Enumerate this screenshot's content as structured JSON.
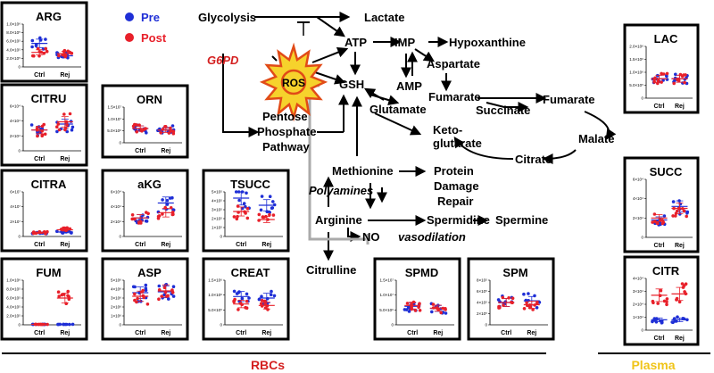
{
  "legend": [
    {
      "label": "Pre",
      "color": "#1f2fd6"
    },
    {
      "label": "Post",
      "color": "#e8202a"
    }
  ],
  "colors": {
    "pre": "#1f2fd6",
    "post": "#e8202a",
    "enzyme": "#d42020",
    "section_rbc": "#d42020",
    "section_plasma": "#f0c419",
    "ros_fill": "#f6d22c",
    "ros_outline": "#e14b17"
  },
  "section_labels": {
    "rbc": "RBCs",
    "plasma": "Plasma"
  },
  "pathway": {
    "glycolysis": "Glycolysis",
    "lactate": "Lactate",
    "g6pd": "G6PD",
    "ros": "ROS",
    "atp": "ATP",
    "imp": "IMP",
    "hypoxanthine": "Hypoxanthine",
    "aspartate": "Aspartate",
    "amp": "AMP",
    "gsh": "GSH",
    "fumarate_center": "Fumarate",
    "succinate": "Succinate",
    "fumarate_right": "Fumarate",
    "glutamate": "Glutamate",
    "ketoglutarate_1": "Keto-",
    "ketoglutarate_2": "glutarate",
    "malate": "Malate",
    "citrate": "Citrate",
    "pentose_1": "Pentose",
    "pentose_2": "Phosphate",
    "pentose_3": "Pathway",
    "methionine": "Methionine",
    "protein_1": "Protein",
    "protein_2": "Damage",
    "protein_3": "Repair",
    "polyamines": "Polyamines",
    "arginine": "Arginine",
    "spermidine": "Spermidine",
    "spermine": "Spermine",
    "no": "NO",
    "vasodilation": "vasodilation",
    "citrulline": "Citrulline"
  },
  "plots": [
    {
      "id": "arg",
      "title": "ARG",
      "x_labels": [
        "Ctrl",
        "Rej"
      ],
      "y_ticks": [
        "1.0×10⁶",
        "8.0×10⁵",
        "6.0×10⁵",
        "4.0×10⁵",
        "2.0×10⁵",
        "0"
      ],
      "groups": [
        {
          "pre_mean": 5.5,
          "post_mean": 3.4
        },
        {
          "pre_mean": 2.6,
          "post_mean": 3.1
        }
      ]
    },
    {
      "id": "citru",
      "title": "CITRU",
      "x_labels": [
        "Ctrl",
        "Rej"
      ],
      "y_ticks": [
        "6×10⁴",
        "4×10⁴",
        "2×10⁴",
        "0"
      ],
      "groups": [
        {
          "pre_mean": 2.8,
          "post_mean": 2.8
        },
        {
          "pre_mean": 3.6,
          "post_mean": 3.9
        }
      ]
    },
    {
      "id": "orn",
      "title": "ORN",
      "x_labels": [
        "Ctrl",
        "Rej"
      ],
      "y_ticks": [
        "1.5×10⁷",
        "1.0×10⁷",
        "5.0×10⁶",
        "0"
      ],
      "groups": [
        {
          "pre_mean": 6.0,
          "post_mean": 6.0
        },
        {
          "pre_mean": 5.5,
          "post_mean": 5.3
        }
      ]
    },
    {
      "id": "citra",
      "title": "CITRA",
      "x_labels": [
        "Ctrl",
        "Rej"
      ],
      "y_ticks": [
        "6×10⁷",
        "4×10⁷",
        "2×10⁷",
        "0"
      ],
      "groups": [
        {
          "pre_mean": 0.5,
          "post_mean": 0.5
        },
        {
          "pre_mean": 0.6,
          "post_mean": 0.9
        }
      ]
    },
    {
      "id": "akg",
      "title": "aKG",
      "x_labels": [
        "Ctrl",
        "Rej"
      ],
      "y_ticks": [
        "6×10⁴",
        "4×10⁴",
        "2×10⁴",
        "0"
      ],
      "groups": [
        {
          "pre_mean": 2.5,
          "post_mean": 2.5
        },
        {
          "pre_mean": 4.5,
          "post_mean": 3.2
        }
      ]
    },
    {
      "id": "tsucc",
      "title": "TSUCC",
      "x_labels": [
        "Ctrl",
        "Rej"
      ],
      "y_ticks": [
        "5×10⁵",
        "4×10⁵",
        "3×10⁵",
        "2×10⁵",
        "1×10⁵",
        "0"
      ],
      "groups": [
        {
          "pre_mean": 4.3,
          "post_mean": 2.8
        },
        {
          "pre_mean": 3.5,
          "post_mean": 1.9
        }
      ]
    },
    {
      "id": "fum",
      "title": "FUM",
      "x_labels": [
        "Ctrl",
        "Rej"
      ],
      "y_ticks": [
        "1.0×10⁶",
        "8.0×10⁵",
        "6.0×10⁵",
        "4.0×10⁵",
        "2.0×10⁵",
        "0"
      ],
      "groups": [
        {
          "pre_mean": 0.1,
          "post_mean": 0.1
        },
        {
          "pre_mean": 0.1,
          "post_mean": 6.0
        }
      ]
    },
    {
      "id": "asp",
      "title": "ASP",
      "x_labels": [
        "Ctrl",
        "Rej"
      ],
      "y_ticks": [
        "5×10⁶",
        "4×10⁶",
        "3×10⁶",
        "2×10⁶",
        "1×10⁶",
        "0"
      ],
      "groups": [
        {
          "pre_mean": 3.6,
          "post_mean": 3.2
        },
        {
          "pre_mean": 3.7,
          "post_mean": 3.8
        }
      ]
    },
    {
      "id": "creat",
      "title": "CREAT",
      "x_labels": [
        "Ctrl",
        "Rej"
      ],
      "y_ticks": [
        "1.5×10⁶",
        "1.0×10⁶",
        "5.0×10⁵",
        "0"
      ],
      "groups": [
        {
          "pre_mean": 0.95,
          "post_mean": 0.7
        },
        {
          "pre_mean": 0.9,
          "post_mean": 0.65
        }
      ]
    },
    {
      "id": "spmd",
      "title": "SPMD",
      "x_labels": [
        "Ctrl",
        "Rej"
      ],
      "y_ticks": [
        "1.5×10⁷",
        "1.0×10⁷",
        "5.0×10⁶",
        "0"
      ],
      "groups": [
        {
          "pre_mean": 6.2,
          "post_mean": 6.5
        },
        {
          "pre_mean": 5.5,
          "post_mean": 5.6
        }
      ]
    },
    {
      "id": "spm",
      "title": "SPM",
      "x_labels": [
        "Ctrl",
        "Rej"
      ],
      "y_ticks": [
        "8×10⁵",
        "6×10⁵",
        "4×10⁵",
        "2×10⁵",
        "0"
      ],
      "groups": [
        {
          "pre_mean": 4.0,
          "post_mean": 4.0
        },
        {
          "pre_mean": 4.3,
          "post_mean": 3.6
        }
      ]
    },
    {
      "id": "lac",
      "title": "LAC",
      "x_labels": [
        "Ctrl",
        "Rej"
      ],
      "y_ticks": [
        "2.0×10⁶",
        "1.5×10⁶",
        "1.0×10⁶",
        "5.0×10⁵",
        "0"
      ],
      "groups": [
        {
          "pre_mean": 0.75,
          "post_mean": 0.75
        },
        {
          "pre_mean": 0.75,
          "post_mean": 0.75
        }
      ]
    },
    {
      "id": "succ",
      "title": "SUCC",
      "x_labels": [
        "Ctrl",
        "Rej"
      ],
      "y_ticks": [
        "6×10⁴",
        "4×10⁴",
        "2×10⁴",
        "0"
      ],
      "groups": [
        {
          "pre_mean": 1.8,
          "post_mean": 2.0
        },
        {
          "pre_mean": 3.2,
          "post_mean": 3.0
        }
      ]
    },
    {
      "id": "citr",
      "title": "CITR",
      "x_labels": [
        "Ctrl",
        "Rej"
      ],
      "y_ticks": [
        "4×10⁴",
        "3×10⁴",
        "2×10⁴",
        "1×10⁴",
        "0"
      ],
      "groups": [
        {
          "pre_mean": 0.8,
          "post_mean": 2.7
        },
        {
          "pre_mean": 0.8,
          "post_mean": 2.8
        }
      ]
    }
  ]
}
